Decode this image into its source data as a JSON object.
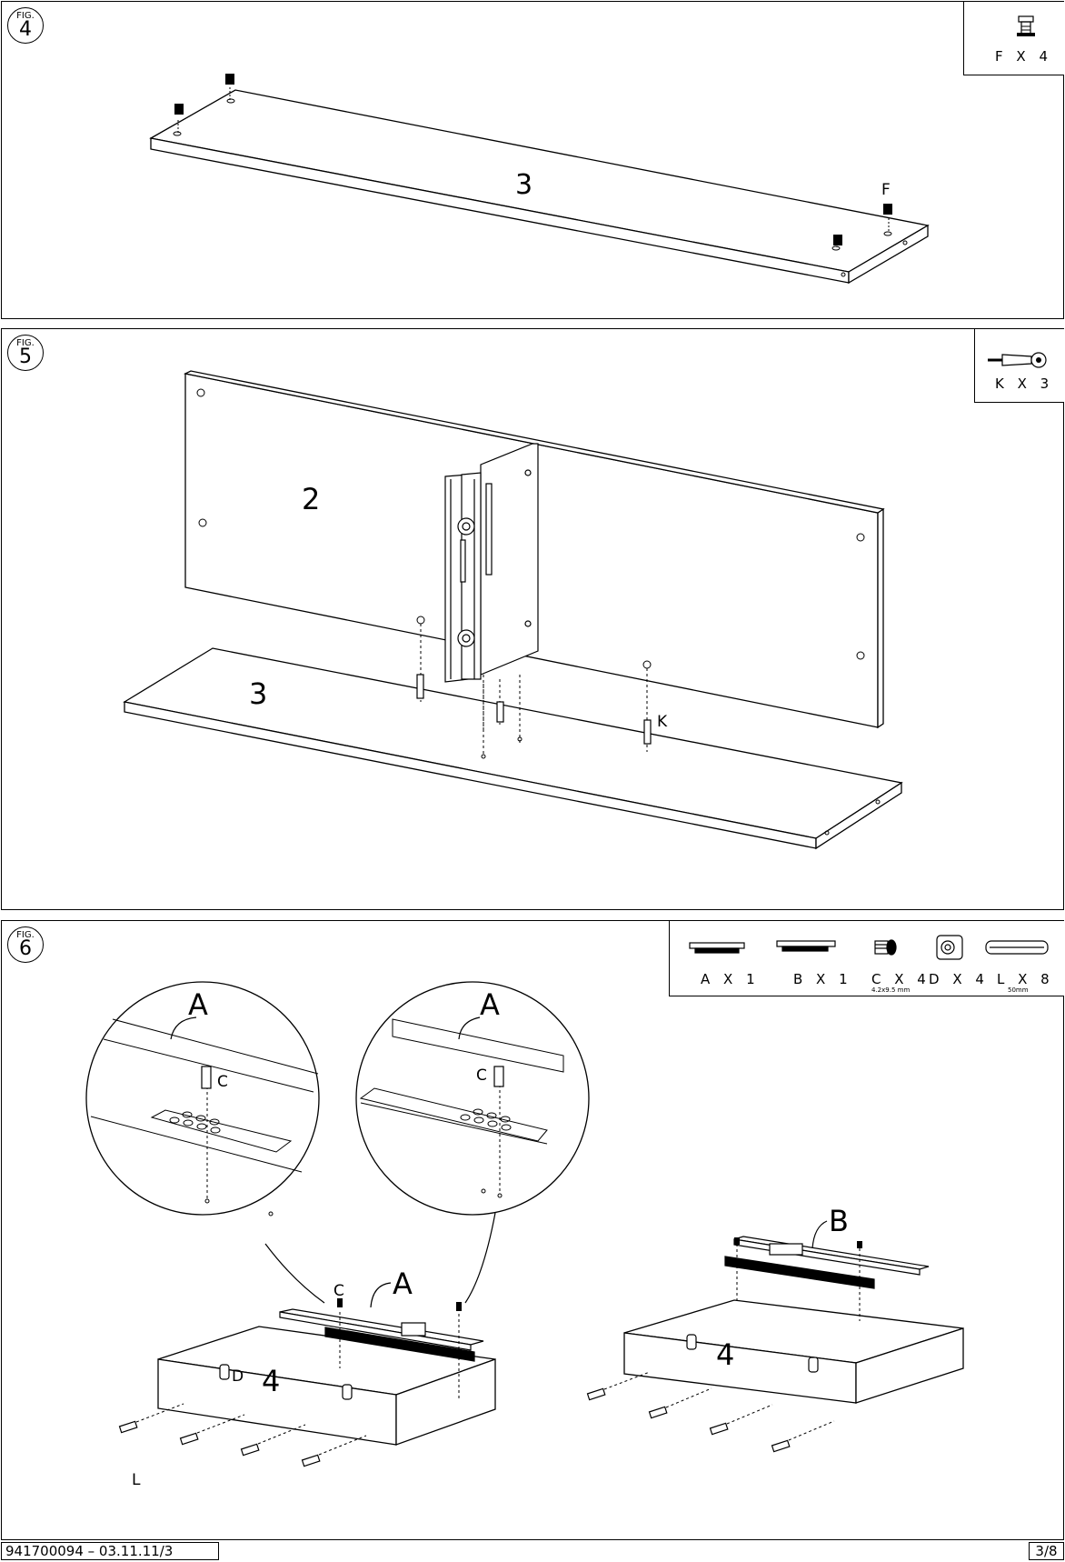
{
  "fig4": {
    "fig_label": "FIG.",
    "fig_number": "4",
    "parts": [
      {
        "name": "F X 4"
      }
    ],
    "labels": {
      "panel": "3",
      "fitting": "F"
    }
  },
  "fig5": {
    "fig_label": "FIG.",
    "fig_number": "5",
    "parts": [
      {
        "name": "K X 3"
      }
    ],
    "labels": {
      "back_panel": "2",
      "base_panel": "3",
      "fitting": "K"
    }
  },
  "fig6": {
    "fig_label": "FIG.",
    "fig_number": "6",
    "parts": [
      {
        "name": "A X 1",
        "note": ""
      },
      {
        "name": "B X 1",
        "note": ""
      },
      {
        "name": "C X 4",
        "note": "4.2x9.5  mm"
      },
      {
        "name": "D X 4",
        "note": ""
      },
      {
        "name": "L X 8",
        "note": "50mm"
      }
    ],
    "labels": {
      "detail_left_runner": "A",
      "detail_left_screw": "C",
      "detail_right_runner": "A",
      "detail_right_screw": "C",
      "runner_a": "A",
      "screw_c": "C",
      "cam_d": "D",
      "panel_left": "4",
      "dowel_l": "L",
      "runner_b": "B",
      "panel_right": "4"
    }
  },
  "footer": {
    "code": "941700094  –  03.11.11/3",
    "page": "3/8"
  }
}
